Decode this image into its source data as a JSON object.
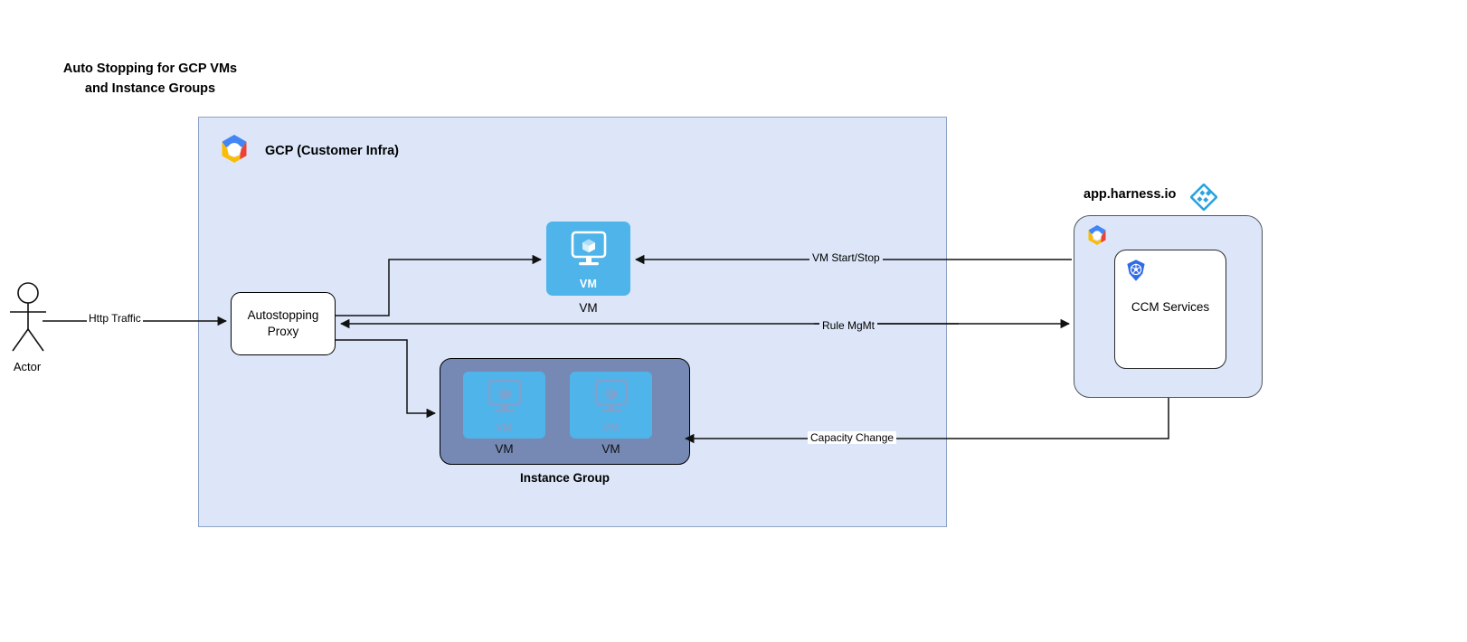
{
  "title": "Auto Stopping for GCP VMs\nand Instance Groups",
  "gcp": {
    "header_label": "GCP (Customer Infra)",
    "logo_icon": "gcp-logo-icon"
  },
  "actor": {
    "label": "Actor",
    "icon": "actor-stick-figure-icon"
  },
  "proxy": {
    "label": "Autostopping\nProxy"
  },
  "vm_single": {
    "inner_label": "VM",
    "caption": "VM",
    "icon": "vm-monitor-cube-icon"
  },
  "instance_group": {
    "caption": "Instance Group",
    "vms": [
      {
        "inner_label": "VM",
        "caption": "VM",
        "icon": "vm-monitor-cube-icon"
      },
      {
        "inner_label": "VM",
        "caption": "VM",
        "icon": "vm-monitor-cube-icon"
      }
    ]
  },
  "harness": {
    "label": "app.harness.io",
    "logo_icon": "harness-diamond-logo-icon",
    "gcp_logo_icon": "gcp-logo-icon",
    "ccm": {
      "label": "CCM Services",
      "icon": "kubernetes-logo-icon"
    }
  },
  "edges": {
    "http_traffic": "Http Traffic",
    "vm_start_stop": "VM Start/Stop",
    "rule_mgmt": "Rule MgMt",
    "capacity_change": "Capacity Change"
  },
  "colors": {
    "gcp_container_bg": "#dce6f8",
    "vm_blue": "#4fb4e9",
    "instance_group_bg": "#7589b4",
    "harness_blue": "#2aa3df",
    "k8s_blue": "#326ce5",
    "edge_stroke": "#1a1a1a"
  }
}
